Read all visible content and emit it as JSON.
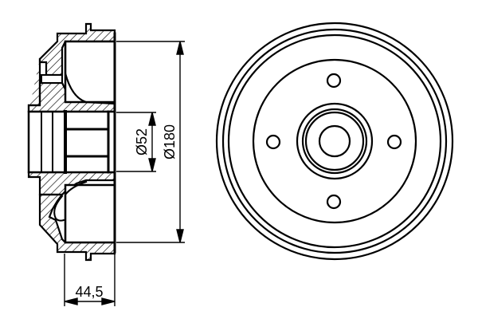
{
  "drawing": {
    "subject": "brake drum technical drawing",
    "views": [
      "section-view",
      "front-view"
    ],
    "dimensions": {
      "inner_bore_diameter": "Ø52",
      "drum_diameter": "Ø180",
      "width": "44,5"
    },
    "front_view": {
      "bolt_holes": 4
    },
    "colors": {
      "line": "#000000",
      "background": "#ffffff"
    }
  }
}
